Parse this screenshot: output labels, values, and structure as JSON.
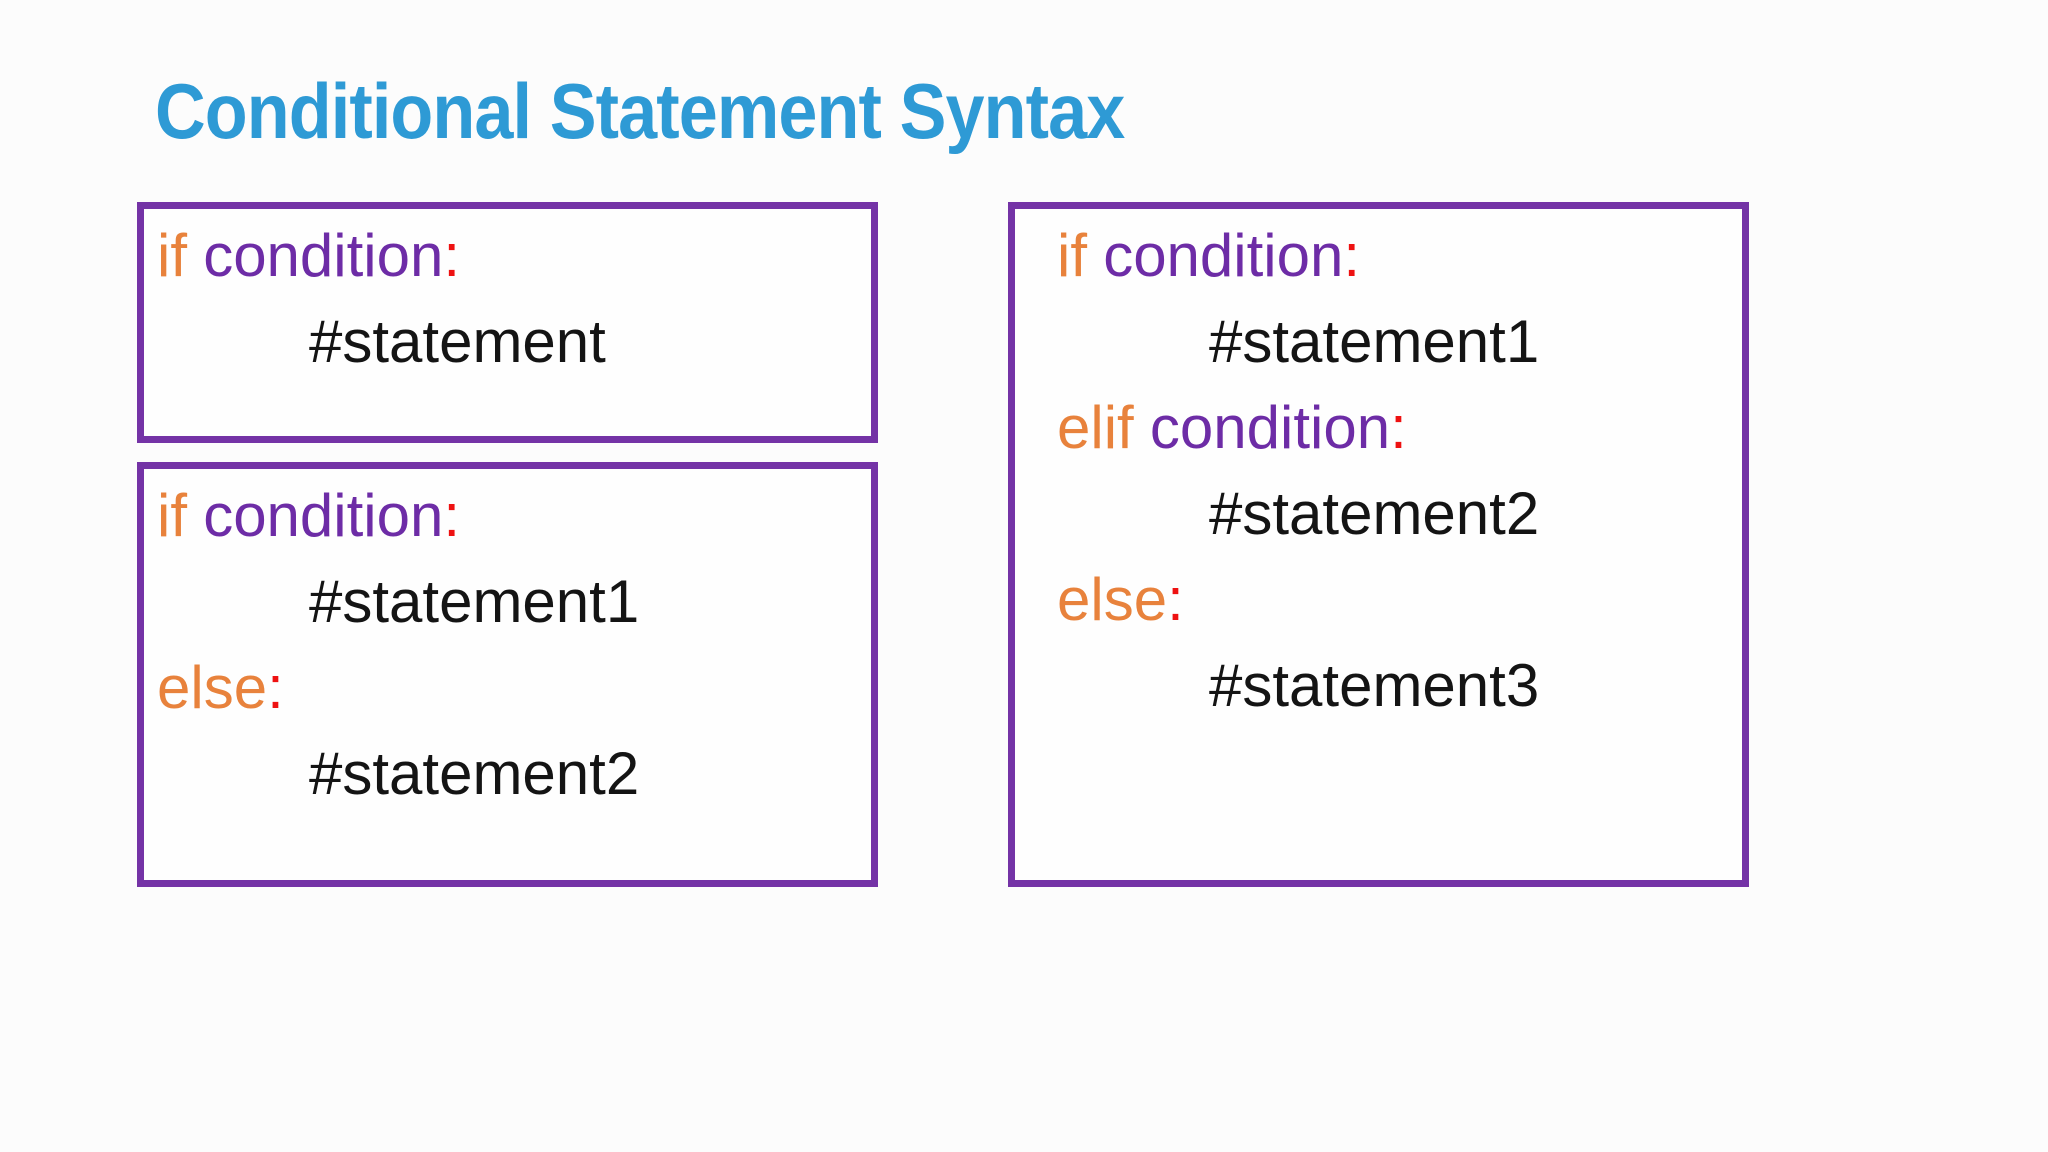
{
  "slide": {
    "title": "Conditional Statement Syntax",
    "colors": {
      "title_blue": "#2e9ad5",
      "box_border_purple": "#7433a6",
      "keyword_orange": "#e8823c",
      "condition_purple": "#6d2ca6",
      "colon_red": "#ee1111",
      "statement_black": "#141414",
      "background": "#fcfcfc"
    },
    "boxes": [
      {
        "name": "if-syntax",
        "lines": [
          {
            "kw": "if",
            "cond": "condition",
            "colon": ":"
          },
          {
            "text": "#statement"
          }
        ]
      },
      {
        "name": "if-else-syntax",
        "lines": [
          {
            "kw": "if",
            "cond": "condition",
            "colon": ":"
          },
          {
            "text": "#statement1"
          },
          {
            "kw": "else",
            "cond": "",
            "colon": ":"
          },
          {
            "text": "#statement2"
          }
        ]
      },
      {
        "name": "if-elif-else-syntax",
        "lines": [
          {
            "kw": "if",
            "cond": "condition",
            "colon": ":"
          },
          {
            "text": "#statement1"
          },
          {
            "kw": "elif",
            "cond": "condition",
            "colon": ":"
          },
          {
            "text": "#statement2"
          },
          {
            "kw": "else",
            "cond": "",
            "colon": ":"
          },
          {
            "text": "#statement3"
          }
        ]
      }
    ]
  }
}
